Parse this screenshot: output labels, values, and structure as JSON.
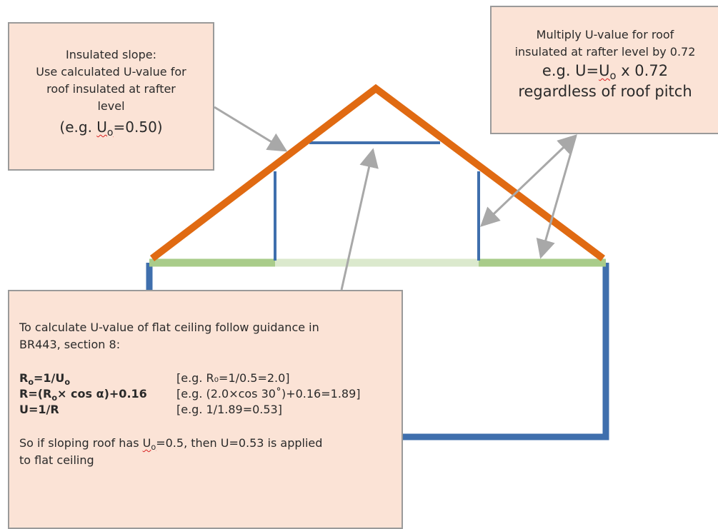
{
  "callouts": {
    "slope": {
      "lines": [
        "Insulated slope:",
        "Use calculated U-value for",
        "roof insulated at rafter",
        "level"
      ],
      "example_prefix": "(e.g. ",
      "example_u": "U",
      "example_sub": "o",
      "example_suffix": "=0.50)"
    },
    "multiply": {
      "lines": [
        "Multiply U-value for roof",
        "insulated at rafter level by 0.72"
      ],
      "formula_prefix": "e.g. U=",
      "formula_u": "U",
      "formula_sub": "o",
      "formula_suffix": " x 0.72",
      "tail": "regardless of roof pitch"
    },
    "flat": {
      "intro": [
        "To calculate U-value of flat ceiling follow guidance in",
        "BR443, section 8:"
      ],
      "rows": [
        {
          "f_a": "R",
          "f_sub": "o",
          "f_b": "=1/U",
          "f_sub2": "o",
          "f_c": "",
          "example": "[e.g. R₀=1/0.5=2.0]"
        },
        {
          "f_a": "R=(R",
          "f_sub": "o",
          "f_b": "× cos α)+0.16",
          "f_sub2": "",
          "f_c": "",
          "example": "[e.g. (2.0×cos 30˚)+0.16=1.89]"
        },
        {
          "f_a": "U=1/R",
          "f_sub": "",
          "f_b": "",
          "f_sub2": "",
          "f_c": "",
          "example": "[e.g. 1/1.89=0.53]"
        }
      ],
      "outro_prefix": "So if sloping roof has ",
      "outro_u": "U",
      "outro_sub": "o",
      "outro_suffix": "=0.5,  then U=0.53 is applied",
      "outro_line2": "to flat ceiling"
    }
  },
  "colors": {
    "roof": "#e06a12",
    "wall": "#3f6fad",
    "ceiling_insulated": "#a9cc8a",
    "ceiling_uninsulated": "#dbe9cd",
    "arrow": "#a8a8a8",
    "box_fill": "#fbe3d6",
    "box_border": "#9a9a9a"
  }
}
